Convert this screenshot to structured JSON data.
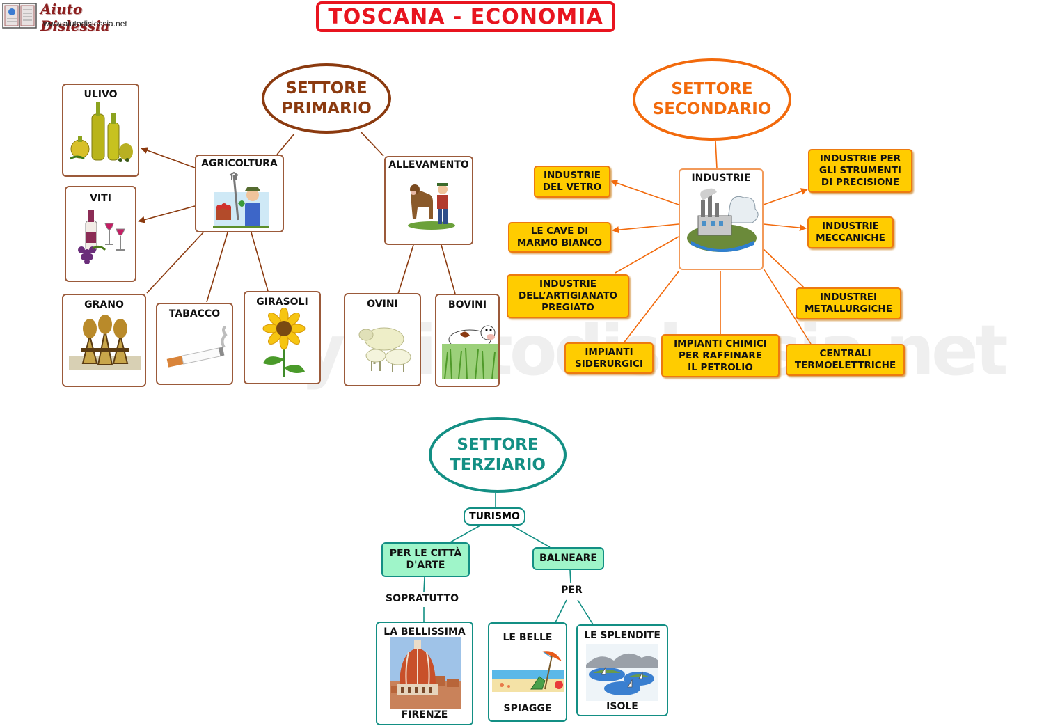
{
  "header": {
    "logo_text": "Aiuto Dislessia",
    "logo_url": "www.aiutodislessia.net",
    "title": "TOSCANA - ECONOMIA"
  },
  "watermark": "By Aiutodislessia.net",
  "colors": {
    "title": "#e8141f",
    "primario": "#8b3a0f",
    "secondario": "#f26a0c",
    "terziario": "#138f84",
    "yellow_box": "#ffcc00",
    "green_box": "#9ff5c9"
  },
  "primario": {
    "title": "SETTORE\nPRIMARIO",
    "agricoltura": {
      "label": "AGRICOLTURA",
      "icon": "farmer-icon"
    },
    "allevamento": {
      "label": "ALLEVAMENTO",
      "icon": "farmer-cow-icon"
    },
    "ulivo": {
      "label": "ULIVO",
      "icon": "olive-oil-icon"
    },
    "viti": {
      "label": "VITI",
      "icon": "wine-icon"
    },
    "grano": {
      "label": "GRANO",
      "icon": "wheat-icon"
    },
    "tabacco": {
      "label": "TABACCO",
      "icon": "cigarette-icon"
    },
    "girasoli": {
      "label": "GIRASOLI",
      "icon": "sunflower-icon"
    },
    "ovini": {
      "label": "OVINI",
      "icon": "sheep-icon"
    },
    "bovini": {
      "label": "BOVINI",
      "icon": "cow-icon"
    }
  },
  "secondario": {
    "title": "SETTORE\nSECONDARIO",
    "industrie": {
      "label": "INDUSTRIE",
      "icon": "factory-icon"
    },
    "vetro": "INDUSTRIE\nDEL VETRO",
    "marmo": "LE CAVE DI\nMARMO BIANCO",
    "artigianato": "INDUSTRIE\nDELL’ARTIGIANATO\nPREGIATO",
    "siderurgici": "IMPIANTI\nSIDERURGICI",
    "chimici": "IMPIANTI CHIMICI\nPER RAFFINARE\nIL PETROLIO",
    "termoelettriche": "CENTRALI\nTERMOELETTRICHE",
    "metallurgiche": "INDUSTREI\nMETALLURGICHE",
    "meccaniche": "INDUSTRIE\nMECCANICHE",
    "precisione": "INDUSTRIE PER\nGLI STRUMENTI\nDI PRECISIONE"
  },
  "terziario": {
    "title": "SETTORE\nTERZIARIO",
    "turismo": "TURISMO",
    "citta_arte": "PER LE CITTÀ\nD'ARTE",
    "balneare": "BALNEARE",
    "sopratutto": "SOPRATUTTO",
    "per": "PER",
    "firenze": {
      "top": "LA BELLISSIMA",
      "bottom": "FIRENZE",
      "icon": "florence-dome-icon"
    },
    "spiagge": {
      "top": "LE BELLE",
      "bottom": "SPIAGGE",
      "icon": "beach-umbrella-icon"
    },
    "isole": {
      "top": "LE SPLENDITE",
      "bottom": "ISOLE",
      "icon": "islands-icon"
    }
  }
}
